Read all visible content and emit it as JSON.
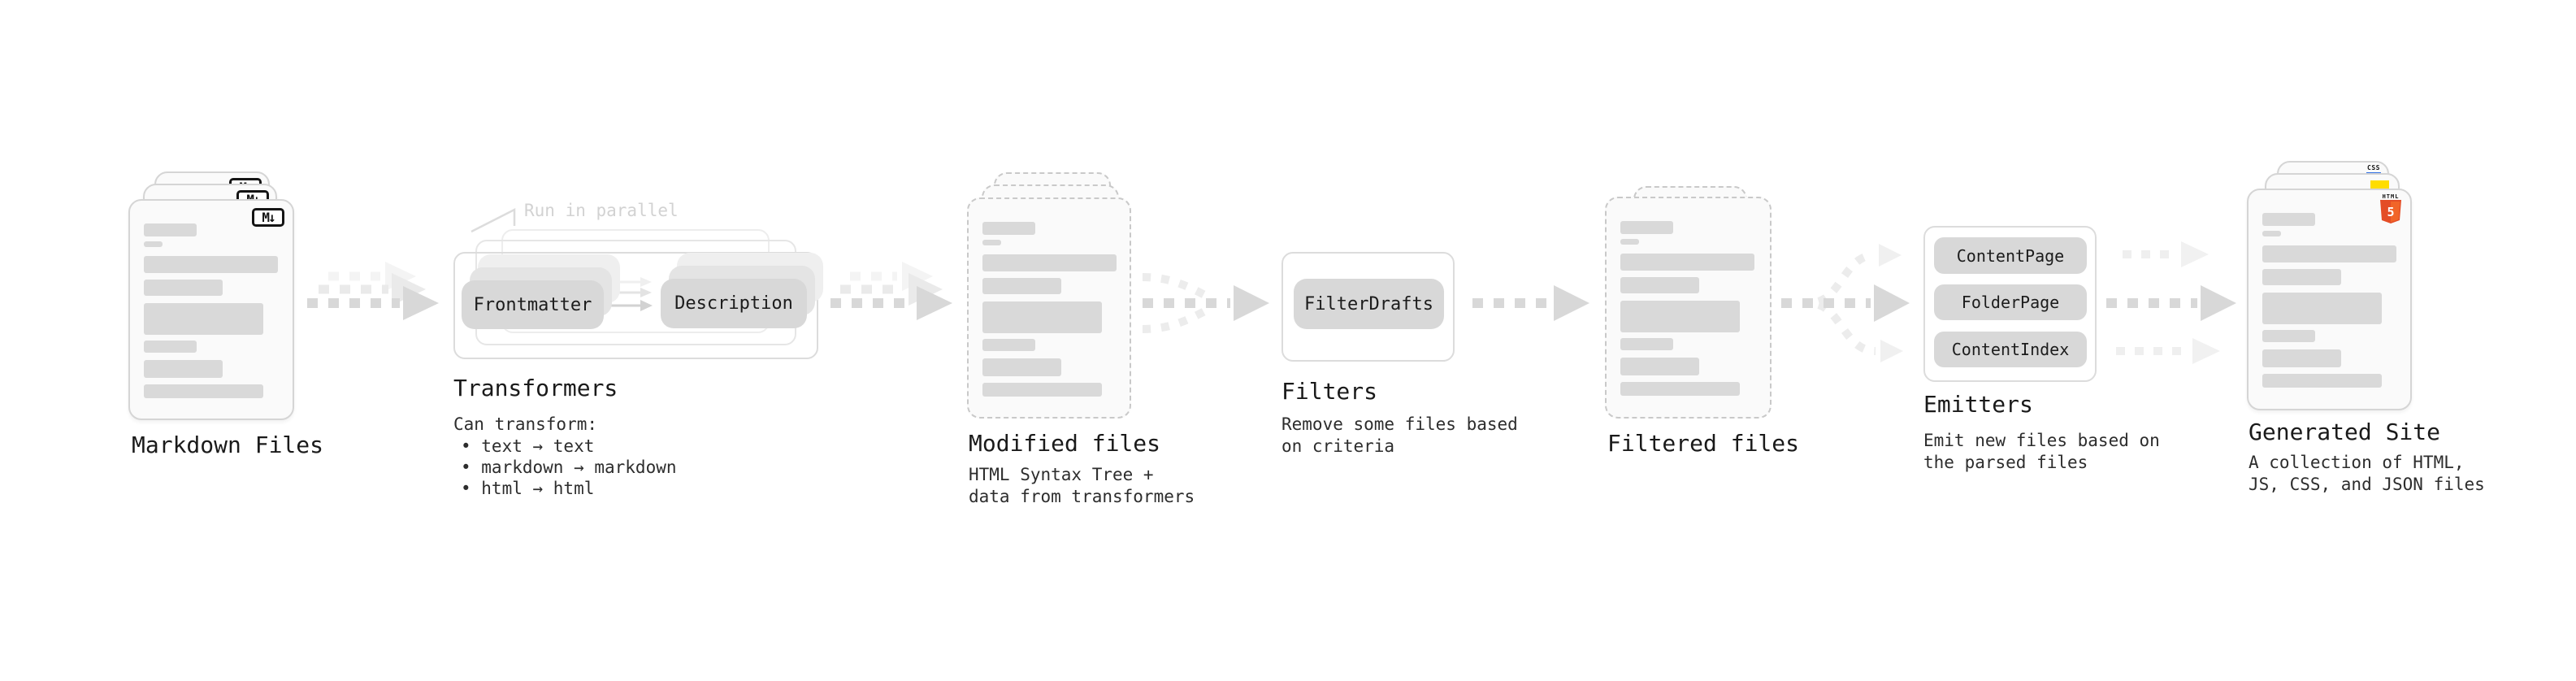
{
  "diagram": {
    "nodes": {
      "markdown_files": {
        "title": "Markdown Files",
        "badge": "M↓"
      },
      "transformers": {
        "title": "Transformers",
        "annotation": "Run in parallel",
        "pills": [
          "Frontmatter",
          "Description"
        ],
        "desc": [
          "Can transform:",
          "• text → text",
          "• markdown → markdown",
          "• html → html"
        ]
      },
      "modified_files": {
        "title": "Modified files",
        "desc": [
          "HTML Syntax Tree +",
          "data from transformers"
        ]
      },
      "filters": {
        "title": "Filters",
        "pills": [
          "FilterDrafts"
        ],
        "desc": [
          "Remove some files based",
          "on criteria"
        ]
      },
      "filtered_files": {
        "title": "Filtered files"
      },
      "emitters": {
        "title": "Emitters",
        "pills": [
          "ContentPage",
          "FolderPage",
          "ContentIndex"
        ],
        "desc": [
          "Emit new files based on",
          "the parsed files"
        ]
      },
      "generated_site": {
        "title": "Generated Site",
        "badges": {
          "html_label": "HTML",
          "html5_number": "5",
          "css_label": "CSS"
        },
        "desc": [
          "A collection of HTML,",
          "JS, CSS, and JSON files"
        ]
      }
    },
    "colors": {
      "html5_orange": "#e44d26",
      "js_yellow": "#ffdd00",
      "css_blue": "#2f6fe4",
      "arrow_gray": "#d8d8d8",
      "pill_gray": "#d8d8d8",
      "skeleton_gray": "#d9d9d9"
    }
  }
}
